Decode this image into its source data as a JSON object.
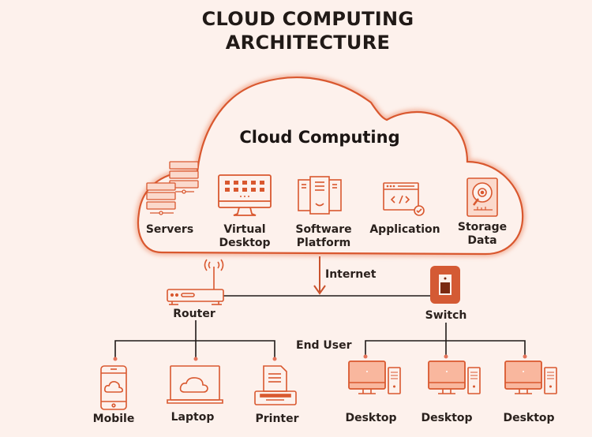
{
  "title": {
    "line1": "CLOUD COMPUTING",
    "line2": "ARCHITECTURE"
  },
  "colors": {
    "background": "#fdf1ec",
    "accent": "#d9582f",
    "accent_fill": "#f7b9a3",
    "text": "#1f1a18",
    "line": "#1f1a18"
  },
  "cloud": {
    "title": "Cloud Computing",
    "services": [
      {
        "icon": "servers-icon",
        "label": "Servers"
      },
      {
        "icon": "virtual-desktop-icon",
        "label_line1": "Virtual",
        "label_line2": "Desktop"
      },
      {
        "icon": "software-platform-icon",
        "label_line1": "Software",
        "label_line2": "Platform"
      },
      {
        "icon": "application-icon",
        "label": "Application"
      },
      {
        "icon": "storage-data-icon",
        "label_line1": "Storage",
        "label_line2": "Data"
      }
    ]
  },
  "network": {
    "internet_label": "Internet",
    "router_label": "Router",
    "switch_label": "Switch",
    "end_user_label": "End User"
  },
  "devices": {
    "router_group": [
      {
        "icon": "mobile-icon",
        "label": "Mobile"
      },
      {
        "icon": "laptop-icon",
        "label": "Laptop"
      },
      {
        "icon": "printer-icon",
        "label": "Printer"
      }
    ],
    "switch_group": [
      {
        "icon": "desktop-icon",
        "label": "Desktop"
      },
      {
        "icon": "desktop-icon",
        "label": "Desktop"
      },
      {
        "icon": "desktop-icon",
        "label": "Desktop"
      }
    ]
  }
}
